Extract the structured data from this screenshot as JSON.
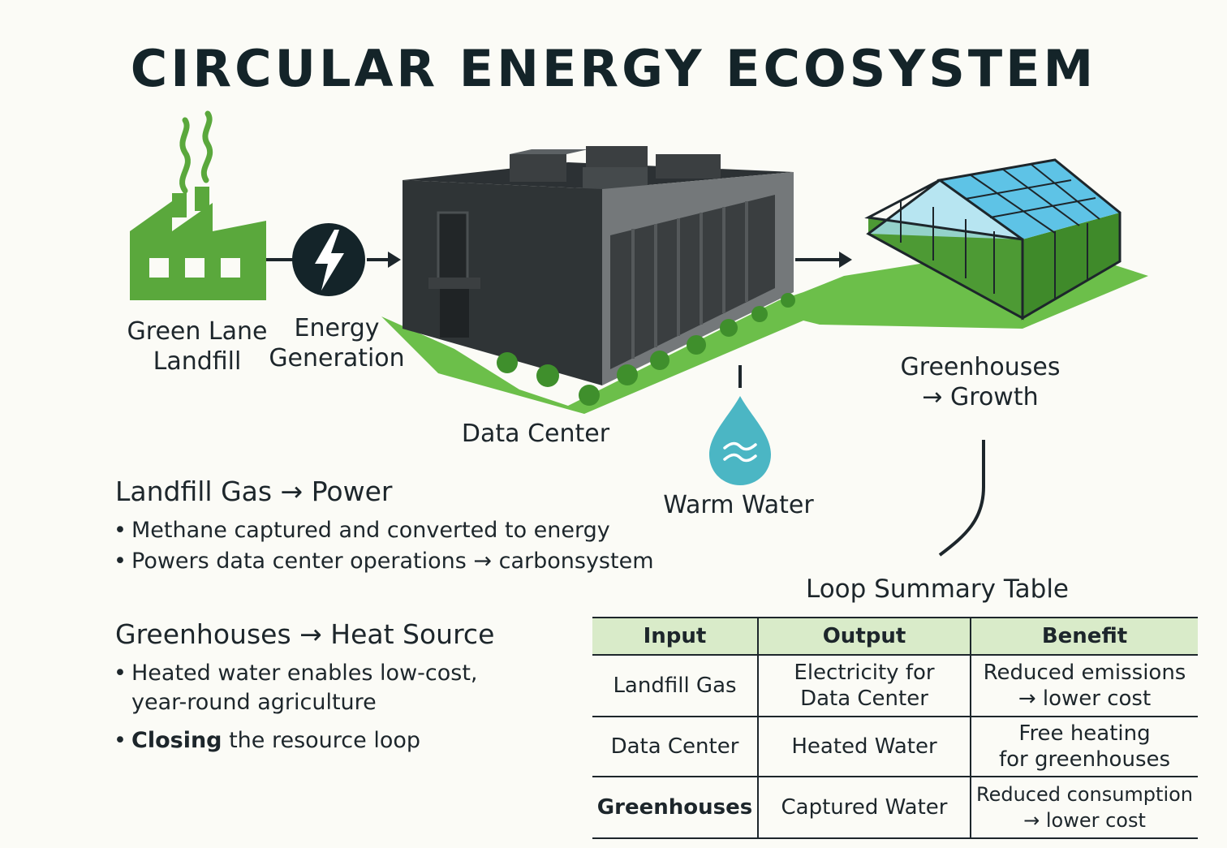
{
  "title": "CIRCULAR ENERGY ECOSYSTEM",
  "nodes": {
    "landfill": [
      "Green Lane",
      "Landfill"
    ],
    "energy": [
      "Energy",
      "Generation"
    ],
    "data_center": "Data Center",
    "warm_water": "Warm Water",
    "greenhouses": [
      "Greenhouses",
      "→ Growth"
    ]
  },
  "sections": [
    {
      "title": "Landfill Gas → Power",
      "bullets": [
        {
          "lines": [
            "Methane captured and converted to energy"
          ]
        },
        {
          "lines": [
            "Powers data center operations → carbonsystem"
          ]
        }
      ]
    },
    {
      "title": "Greenhouses → Heat Source",
      "bullets": [
        {
          "lines": [
            "Heated water enables low-cost,",
            "year-round agriculture"
          ]
        },
        {
          "bold": "Closing",
          "rest": " the resource loop"
        }
      ]
    }
  ],
  "table": {
    "title": "Loop Summary Table",
    "headers": [
      "Input",
      "Output",
      "Benefit"
    ],
    "rows": [
      [
        [
          "Landfill Gas"
        ],
        [
          "Electricity for",
          "Data Center"
        ],
        [
          "Reduced emissions",
          "→ lower cost"
        ]
      ],
      [
        [
          "Data Center"
        ],
        [
          "Heated Water"
        ],
        [
          "Free heating",
          "for greenhouses"
        ]
      ],
      [
        [
          "Greenhouses"
        ],
        [
          "Captured Water"
        ],
        [
          "Reduced consumption",
          "→ lower cost"
        ]
      ]
    ]
  },
  "colors": {
    "green": "#5aa83c",
    "dark": "#1d262b",
    "building": "#3b3f41",
    "water": "#4bb6c4",
    "glass": "#8fd3ea",
    "header_bg": "#d9ebc9"
  },
  "bullet_symbol": "•"
}
